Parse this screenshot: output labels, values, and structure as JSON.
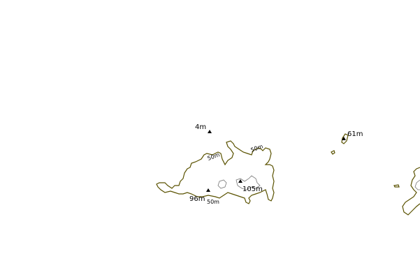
{
  "map": {
    "colors": {
      "background": "#ffffff",
      "coastline": "#5a5200",
      "contour": "#777777",
      "label": "#000000"
    },
    "peaks": [
      {
        "icon": "triangle-peak",
        "label": "4m"
      },
      {
        "icon": "triangle-peak",
        "label": "61m"
      },
      {
        "icon": "triangle-peak",
        "label": "96m"
      },
      {
        "icon": "triangle-peak",
        "label": "105m"
      }
    ],
    "contour_labels": [
      {
        "label": "50m"
      },
      {
        "label": "50m"
      },
      {
        "label": "50m"
      }
    ]
  }
}
